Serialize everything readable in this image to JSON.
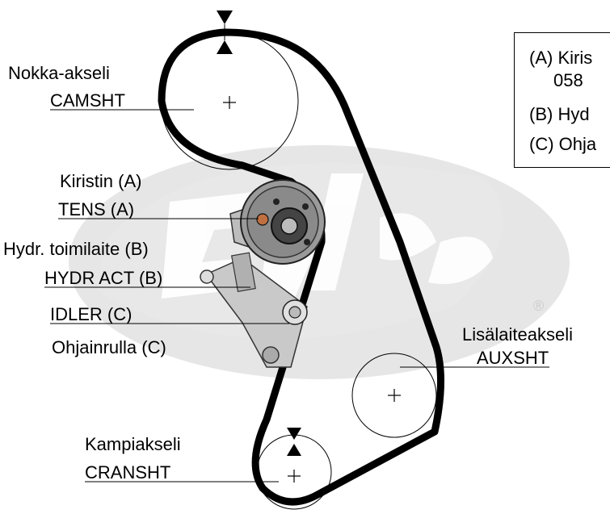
{
  "labels": {
    "camshaft_fi": "Nokka-akseli",
    "camshaft_code": "CAMSHT",
    "tensioner_fi": "Kiristin (A)",
    "tensioner_code": "TENS (A)",
    "hydr_fi": "Hydr. toimilaite (B)",
    "hydr_code": "HYDR ACT (B)",
    "idler_code": "IDLER (C)",
    "idler_fi": "Ohjainrulla (C)",
    "aux_fi": "Lisälaiteakseli",
    "aux_code": "AUXSHT",
    "crank_fi": "Kampiakseli",
    "crank_code": "CRANSHT"
  },
  "legend": {
    "line_a1": "(A) Kiris",
    "line_a2": "058",
    "line_b": "(B) Hyd",
    "line_c": "(C) Ohja"
  },
  "colors": {
    "belt": "#000000",
    "watermark": "#e6e6e6",
    "watermark_text": "#ffffff"
  }
}
